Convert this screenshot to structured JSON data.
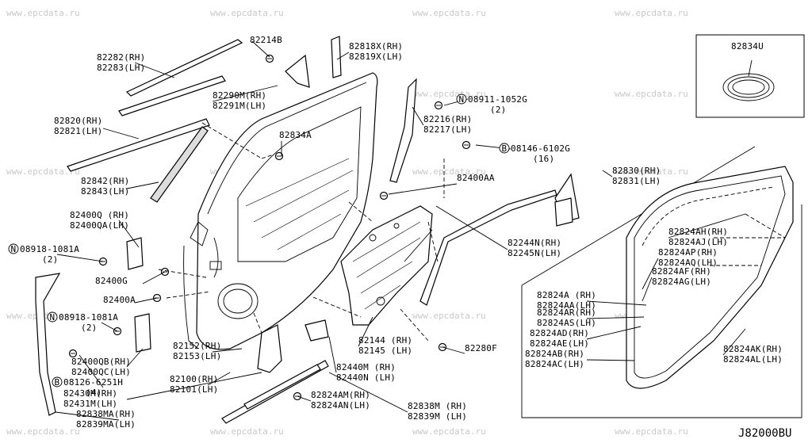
{
  "watermark": "www.epcdata.ru",
  "diagram_code": "J82000BU",
  "inset_box_label": "82834U",
  "part_labels": [
    {
      "id": "82214B",
      "lines": [
        "82214B"
      ]
    },
    {
      "id": "82282",
      "lines": [
        "82282(RH)",
        "82283(LH)"
      ]
    },
    {
      "id": "82818X",
      "lines": [
        "82818X(RH)",
        "82819X(LH)"
      ]
    },
    {
      "id": "82290M",
      "lines": [
        "82290M(RH)",
        "82291M(LH)"
      ]
    },
    {
      "id": "08911",
      "lines": [
        "08911-1052G",
        "(2)"
      ],
      "prefix": "N"
    },
    {
      "id": "82820",
      "lines": [
        "82820(RH)",
        "82821(LH)"
      ]
    },
    {
      "id": "82216",
      "lines": [
        "82216(RH)",
        "82217(LH)"
      ]
    },
    {
      "id": "82834A",
      "lines": [
        "82834A"
      ]
    },
    {
      "id": "08146",
      "lines": [
        "08146-6102G",
        "(16)"
      ],
      "prefix": "B"
    },
    {
      "id": "82842",
      "lines": [
        "82842(RH)",
        "82843(LH)"
      ]
    },
    {
      "id": "82400AA",
      "lines": [
        "82400AA"
      ]
    },
    {
      "id": "82830",
      "lines": [
        "82830(RH)",
        "82831(LH)"
      ]
    },
    {
      "id": "82400Q",
      "lines": [
        "82400Q (RH)",
        "82400QA(LH)"
      ]
    },
    {
      "id": "82244N",
      "lines": [
        "82244N(RH)",
        "82245N(LH)"
      ]
    },
    {
      "id": "82824AH",
      "lines": [
        "82824AH(RH)",
        "82824AJ(LH)"
      ]
    },
    {
      "id": "08918a",
      "lines": [
        "08918-1081A",
        "(2)"
      ],
      "prefix": "N"
    },
    {
      "id": "82824AP",
      "lines": [
        "82824AP(RH)",
        "82824AQ(LH)"
      ]
    },
    {
      "id": "82824AF",
      "lines": [
        "82824AF(RH)",
        "82824AG(LH)"
      ]
    },
    {
      "id": "82400G",
      "lines": [
        "82400G"
      ]
    },
    {
      "id": "82824A",
      "lines": [
        "82824A (RH)",
        "82824AA(LH)"
      ]
    },
    {
      "id": "82400A",
      "lines": [
        "82400A"
      ]
    },
    {
      "id": "82824AR",
      "lines": [
        "82824AR(RH)",
        "82824AS(LH)"
      ]
    },
    {
      "id": "08918b",
      "lines": [
        "08918-1081A",
        "(2)"
      ],
      "prefix": "N"
    },
    {
      "id": "82824AD",
      "lines": [
        "82824AD(RH)",
        "82824AE(LH)"
      ]
    },
    {
      "id": "82152",
      "lines": [
        "82152(RH)",
        "82153(LH)"
      ]
    },
    {
      "id": "82144",
      "lines": [
        "82144 (RH)",
        "82145 (LH)"
      ]
    },
    {
      "id": "82280F",
      "lines": [
        "82280F"
      ]
    },
    {
      "id": "82824AK",
      "lines": [
        "82824AK(RH)",
        "82824AL(LH)"
      ]
    },
    {
      "id": "82824AB",
      "lines": [
        "82824AB(RH)",
        "82824AC(LH)"
      ]
    },
    {
      "id": "82400QB",
      "lines": [
        "82400QB(RH)",
        "82400QC(LH)"
      ]
    },
    {
      "id": "82440M",
      "lines": [
        "82440M (RH)",
        "82440N (LH)"
      ]
    },
    {
      "id": "08126",
      "lines": [
        "08126-6251H",
        "(4)"
      ],
      "prefix": "B"
    },
    {
      "id": "82100",
      "lines": [
        "82100(RH)",
        "82101(LH)"
      ]
    },
    {
      "id": "82430M",
      "lines": [
        "82430M(RH)",
        "82431M(LH)"
      ]
    },
    {
      "id": "82824AM",
      "lines": [
        "82824AM(RH)",
        "82824AN(LH)"
      ]
    },
    {
      "id": "82838M",
      "lines": [
        "82838M (RH)",
        "82839M (LH)"
      ]
    },
    {
      "id": "82838MA",
      "lines": [
        "82838MA(RH)",
        "82839MA(LH)"
      ]
    }
  ]
}
